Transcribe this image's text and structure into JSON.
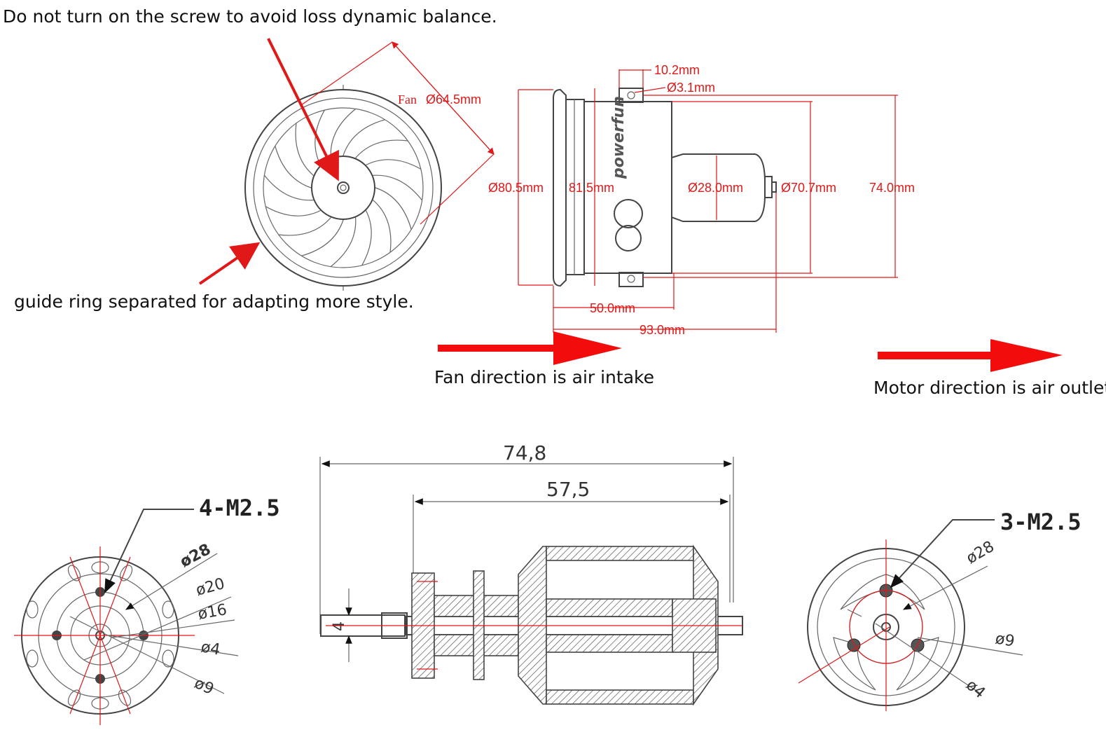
{
  "colors": {
    "accent_red": "#e01818",
    "line": "#444444"
  },
  "notes": {
    "screw_warning": "Do not turn on the screw to avoid loss dynamic balance.",
    "guide_ring": "guide ring separated for adapting more style.",
    "fan_direction": "Fan direction is air intake",
    "motor_direction": "Motor direction is air outlet"
  },
  "fan_view": {
    "fan_label": "Fan",
    "fan_diameter": "Ø64.5mm"
  },
  "side_view": {
    "width_tab": "10.2mm",
    "hole_diameter": "Ø3.1mm",
    "outer_diameter": "Ø80.5mm",
    "inner_length": "81.5mm",
    "motor_diameter": "Ø28.0mm",
    "duct_diameter": "Ø70.7mm",
    "overall_height": "74.0mm",
    "length_duct": "50.0mm",
    "length_total": "93.0mm",
    "brand": "powerfun"
  },
  "motor_drawing": {
    "left_view": {
      "callout": "4-M2.5",
      "dims": [
        "ø28",
        "ø20",
        "ø16",
        "ø4",
        "ø9"
      ]
    },
    "side_view": {
      "length_total": "74,8",
      "length_body": "57,5",
      "shaft_dim": "4"
    },
    "right_view": {
      "callout": "3-M2.5",
      "dims": [
        "ø28",
        "ø9",
        "ø4"
      ]
    }
  }
}
